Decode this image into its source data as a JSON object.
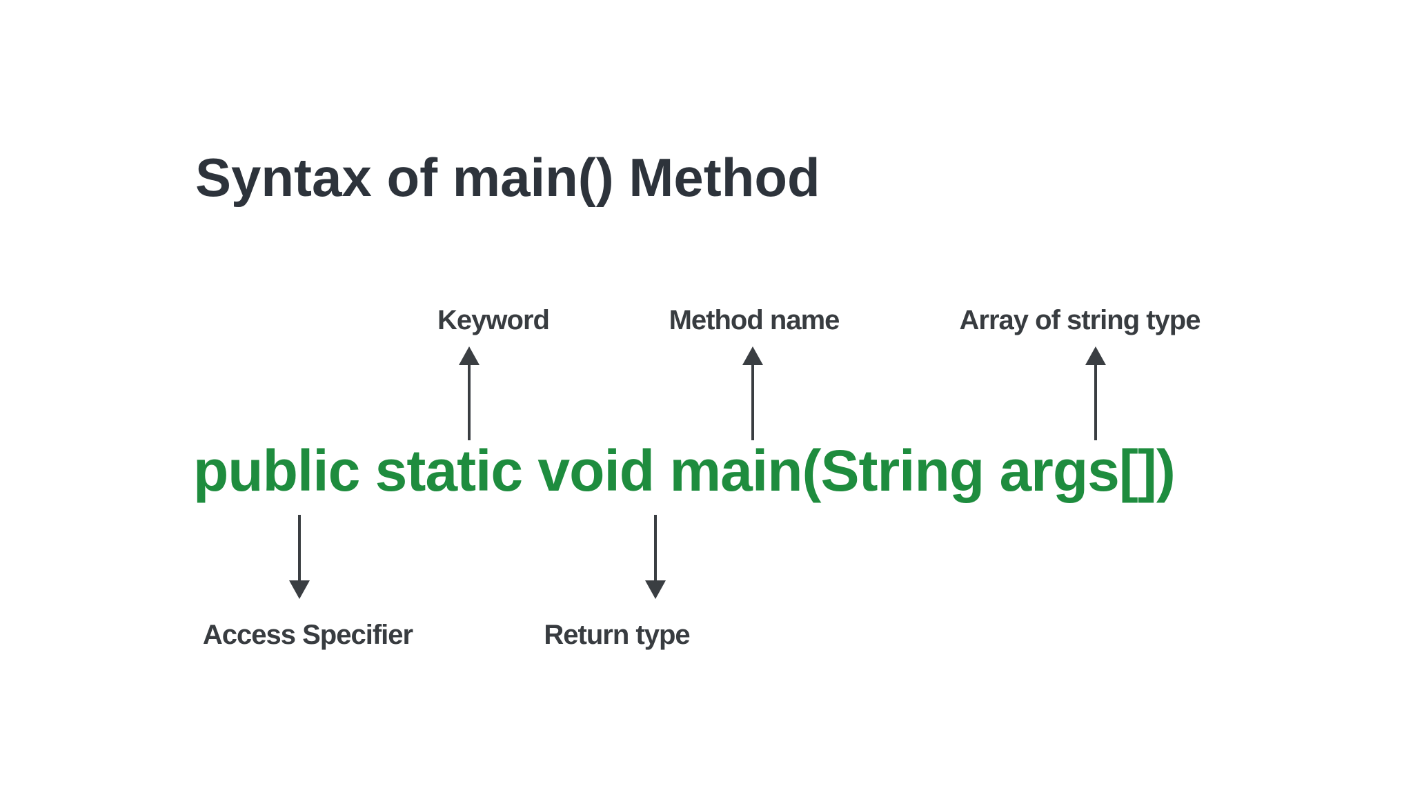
{
  "page": {
    "title": "Syntax of main() Method"
  },
  "diagram": {
    "code": "public static void main(String args[])",
    "annotations_above": [
      {
        "label": "Keyword",
        "points_to": "static"
      },
      {
        "label": "Method name",
        "points_to": "main"
      },
      {
        "label": "Array of string type",
        "points_to": "args[]"
      }
    ],
    "annotations_below": [
      {
        "label": "Access Specifier",
        "points_to": "public"
      },
      {
        "label": "Return type",
        "points_to": "void"
      }
    ],
    "colors": {
      "background": "#ffffff",
      "title": "#2d333b",
      "label": "#383c40",
      "arrow": "#3a3e42",
      "code": "#1e8c3e"
    }
  }
}
